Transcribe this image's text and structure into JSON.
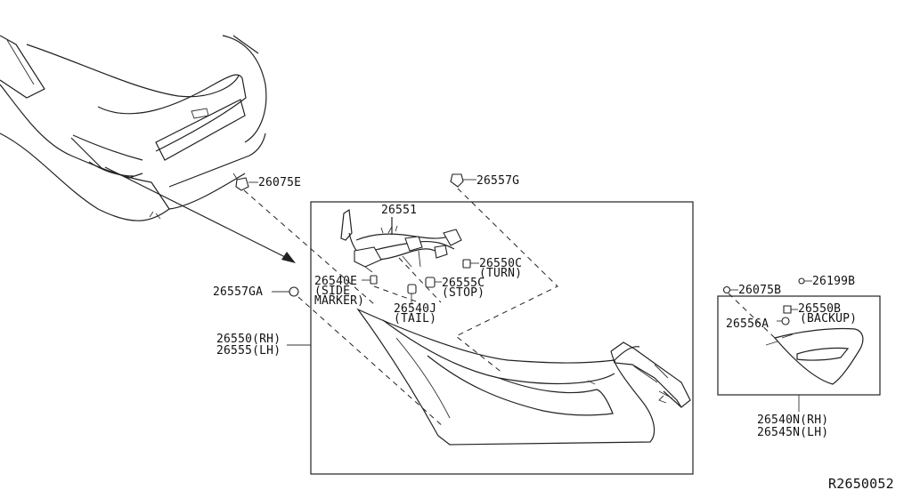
{
  "diagram": {
    "reference_code": "R2650052",
    "labels": {
      "p26075E": "26075E",
      "p26557G": "26557G",
      "p26551": "26551",
      "p26550C": "26550C",
      "turn": "(TURN)",
      "p26555C": "26555C",
      "stop": "(STOP)",
      "p26540E": "26540E",
      "side": "(SIDE",
      "marker": "MARKER)",
      "p26540J": "26540J",
      "tail": "(TAIL)",
      "p26557GA": "26557GA",
      "p26550RH": "26550(RH)",
      "p26555LH": "26555(LH)",
      "p26075B": "26075B",
      "p26199B": "26199B",
      "p26550B": "26550B",
      "backup": "(BACKUP)",
      "p26556A": "26556A",
      "p26540NRH": "26540N(RH)",
      "p26545NLH": "26545N(LH)"
    }
  }
}
